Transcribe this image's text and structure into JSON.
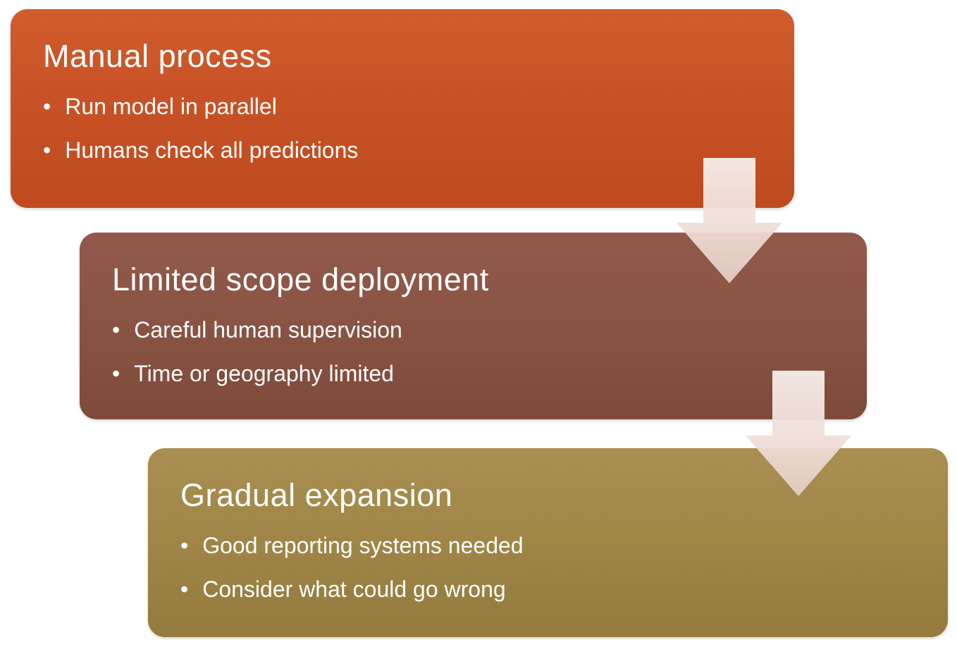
{
  "diagram": {
    "bullet_char": "•",
    "arrow_color_top": "#f6ede8",
    "arrow_color_bottom": "#e5cfc7",
    "steps": [
      {
        "title": "Manual process",
        "color_top": "#d15c2c",
        "color_bottom": "#bf4a1f",
        "bullets": [
          "Run model in parallel",
          "Humans check all predictions"
        ]
      },
      {
        "title": "Limited scope deployment",
        "color_top": "#92594a",
        "color_bottom": "#7e4a3a",
        "bullets": [
          "Careful human supervision",
          "Time or geography limited"
        ]
      },
      {
        "title": "Gradual expansion",
        "color_top": "#a98f51",
        "color_bottom": "#937b3d",
        "bullets": [
          "Good reporting systems needed",
          "Consider what could go wrong"
        ]
      }
    ]
  }
}
